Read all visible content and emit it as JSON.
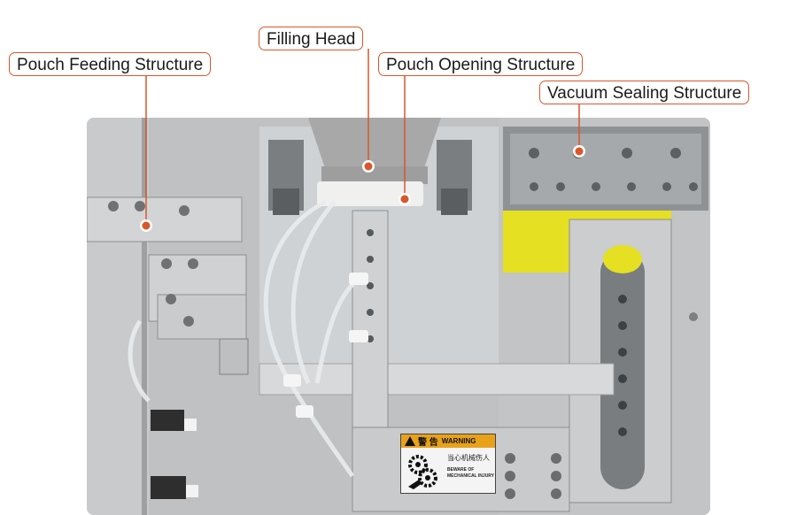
{
  "labels": {
    "pouch_feeding": "Pouch Feeding Structure",
    "filling_head": "Filling Head",
    "pouch_opening": "Pouch Opening Structure",
    "vacuum_sealing": "Vacuum Sealing Structure"
  },
  "warning_sign": {
    "title_cn": "警 告",
    "title_en": "WARNING",
    "subtitle_cn": "当心机械伤人",
    "line1": "BEWARE OF",
    "line2": "MECHANICAL INJURY"
  },
  "colors": {
    "accent": "#d9572b",
    "machine_metal": "#b9bcbf",
    "sealing_pad": "#e5e021"
  }
}
